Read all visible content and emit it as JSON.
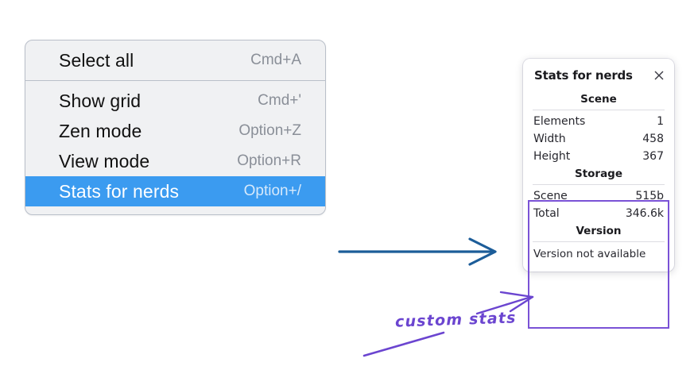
{
  "colors": {
    "menu_background": "#f0f1f3",
    "menu_border": "#b9bfc9",
    "menu_selected": "#3b9bf0",
    "annotation_purple": "#6b45d0",
    "highlight_purple": "#7a52d6",
    "arrow_blue": "#1c5d99",
    "panel_background": "#ffffff"
  },
  "context_menu": {
    "groups": [
      {
        "items": [
          {
            "label": "Select all",
            "shortcut": "Cmd+A",
            "selected": false
          }
        ]
      },
      {
        "items": [
          {
            "label": "Show grid",
            "shortcut": "Cmd+'",
            "selected": false
          },
          {
            "label": "Zen mode",
            "shortcut": "Option+Z",
            "selected": false
          },
          {
            "label": "View mode",
            "shortcut": "Option+R",
            "selected": false
          },
          {
            "label": "Stats for nerds",
            "shortcut": "Option+/",
            "selected": true
          }
        ]
      }
    ]
  },
  "stats_panel": {
    "title": "Stats for nerds",
    "close_icon": "close-icon",
    "sections": [
      {
        "heading": "Scene",
        "rows": [
          {
            "label": "Elements",
            "value": "1"
          },
          {
            "label": "Width",
            "value": "458"
          },
          {
            "label": "Height",
            "value": "367"
          }
        ]
      },
      {
        "heading": "Storage",
        "rows": [
          {
            "label": "Scene",
            "value": "515b"
          },
          {
            "label": "Total",
            "value": "346.6k"
          }
        ]
      },
      {
        "heading": "Version",
        "note": "Version not available"
      }
    ]
  },
  "annotations": {
    "label": "custom stats",
    "blue_arrow": "arrow-right-icon",
    "purple_arrow": "arrow-pointer-icon"
  }
}
